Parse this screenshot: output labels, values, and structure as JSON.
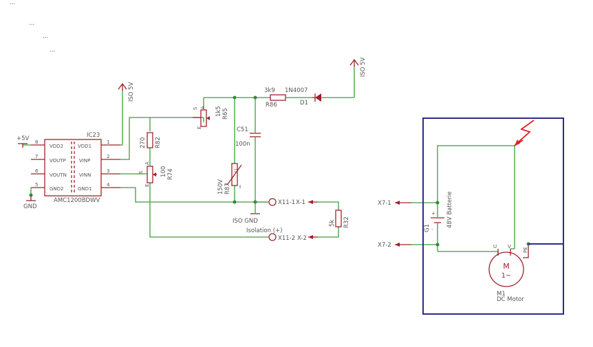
{
  "top_dots": [
    "...",
    "...",
    "...",
    "..."
  ],
  "ic": {
    "name": "IC23",
    "value": "AMC1200BDWV",
    "left_pins": [
      {
        "num": "8",
        "name": "VDD2"
      },
      {
        "num": "7",
        "name": "VOUTP"
      },
      {
        "num": "6",
        "name": "VOUTN"
      },
      {
        "num": "5",
        "name": "GND2"
      }
    ],
    "right_pins": [
      {
        "num": "1",
        "name": "VDD1"
      },
      {
        "num": "2",
        "name": "VINP"
      },
      {
        "num": "3",
        "name": "VINN"
      },
      {
        "num": "4",
        "name": "GND1"
      }
    ]
  },
  "supply": {
    "plus5": "+5V",
    "gnd": "GND",
    "iso5v_a": "ISO 5V",
    "iso5v_b": "ISO 5V",
    "iso_gnd": "ISO GND"
  },
  "components": {
    "r82": {
      "name": "R82",
      "value": "270"
    },
    "r74": {
      "name": "R74",
      "value": "100"
    },
    "r65": {
      "name": "R65",
      "value": "1k5"
    },
    "r87": {
      "name": "R87",
      "value": "150V"
    },
    "c51": {
      "name": "C51",
      "value": "100n"
    },
    "r86": {
      "name": "R86",
      "value": "3k9"
    },
    "d1": {
      "name": "D1",
      "value": "1N4007"
    },
    "r32": {
      "name": "R32",
      "value": "5k"
    },
    "g1": {
      "name": "G1",
      "value": "48V Batterie"
    },
    "m1": {
      "name": "M1",
      "value": "DC Motor",
      "sym": "M",
      "sub": "1~",
      "pin_u": "U",
      "pin_v": "V",
      "pin_pe": "PE"
    }
  },
  "pot_pins": {
    "s": "S",
    "a": "A",
    "e": "E"
  },
  "connectors": {
    "x11_1": "X11-1",
    "x1_1": "X-1",
    "x11_2": "X11-2",
    "x2": "X-2",
    "x7_1": "X7-1",
    "x7_2": "X7-2"
  },
  "notes": {
    "isolation": "Isolation (+)",
    "r87_mark": "U"
  },
  "colors": {
    "wire": "#3f9a3f",
    "part": "#a0202a",
    "frame": "#2c2a8c",
    "lightning": "#e02020"
  }
}
